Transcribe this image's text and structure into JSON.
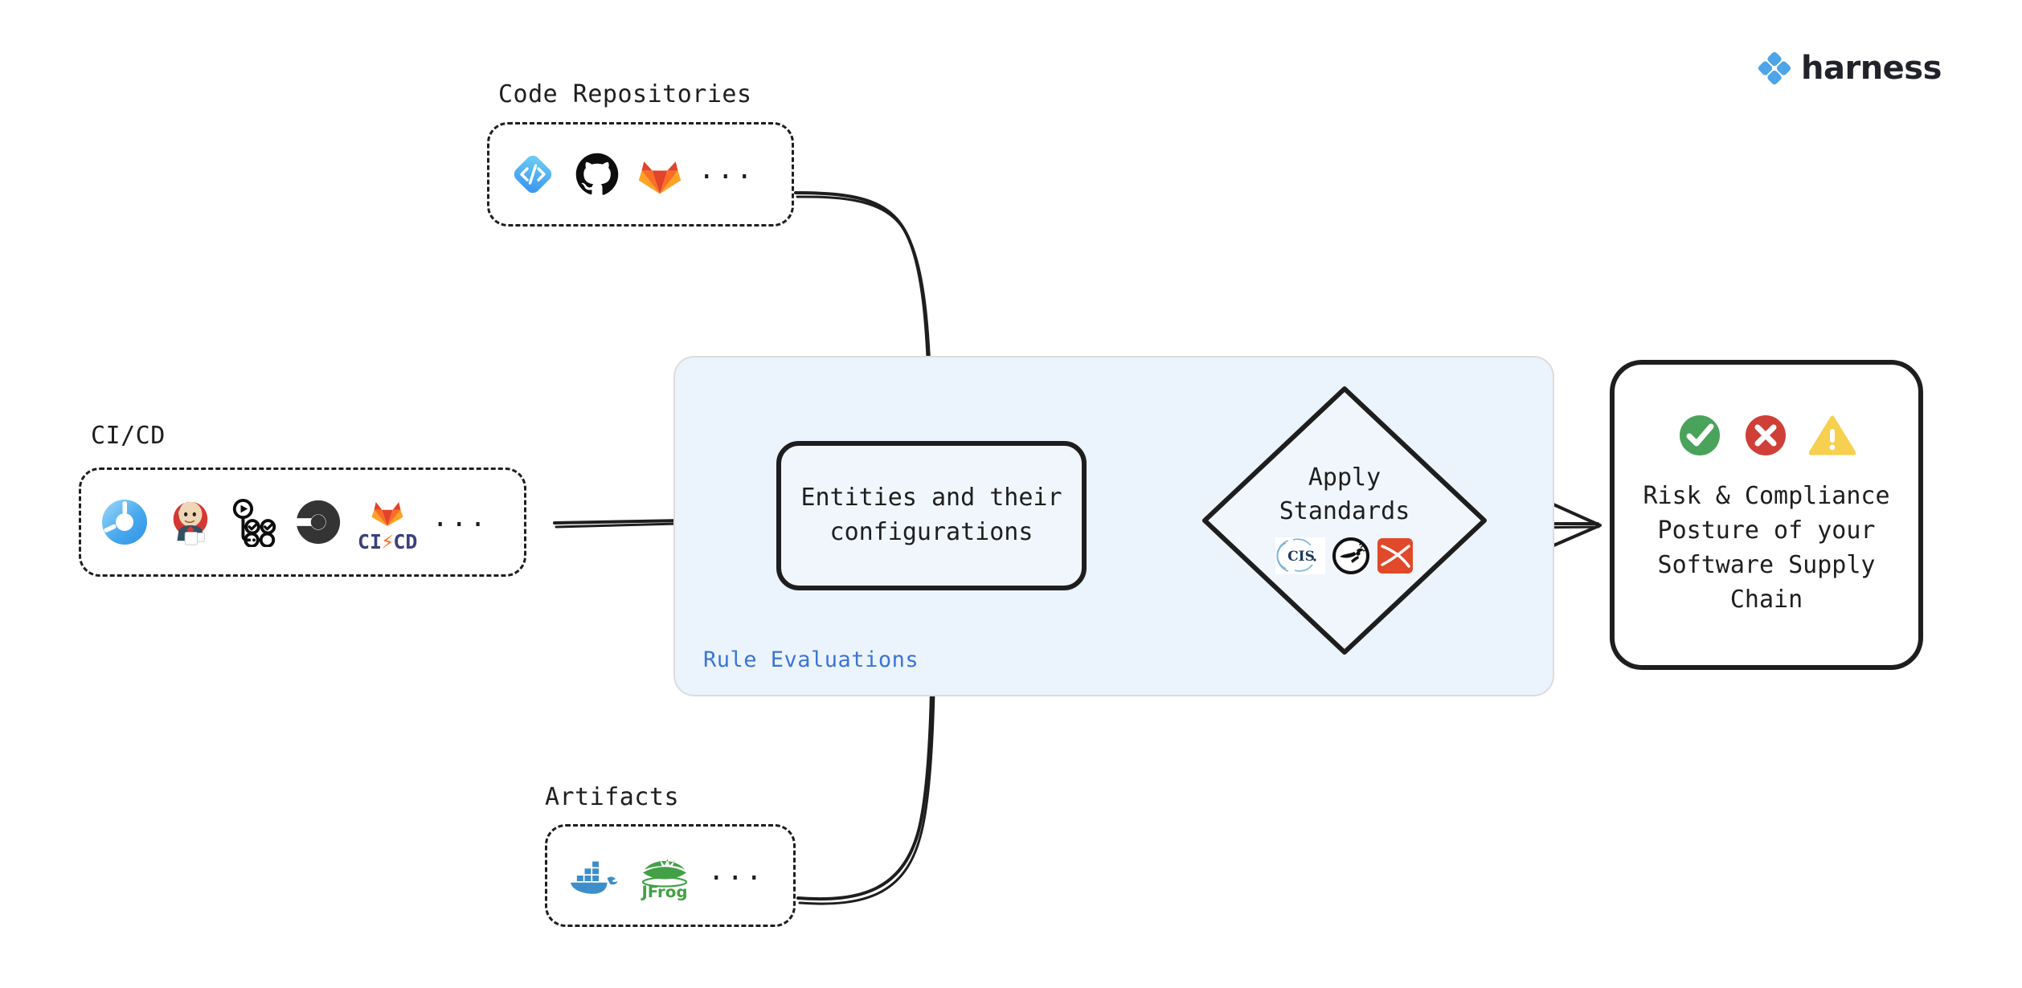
{
  "brand": {
    "name": "harness",
    "mark_icon": "harness-diamond-icon",
    "accent_color": "#4da5e8",
    "text_color": "#22222a"
  },
  "groups": [
    {
      "id": "code-repositories",
      "label": "Code Repositories",
      "ellipsis": "...",
      "icons": [
        {
          "name": "harness-code-icon",
          "title": "Harness Code"
        },
        {
          "name": "github-icon",
          "title": "GitHub"
        },
        {
          "name": "gitlab-icon",
          "title": "GitLab"
        }
      ]
    },
    {
      "id": "ci-cd",
      "label": "CI/CD",
      "ellipsis": "...",
      "icons": [
        {
          "name": "drone-ci-icon",
          "title": "Drone CI"
        },
        {
          "name": "jenkins-icon",
          "title": "Jenkins"
        },
        {
          "name": "github-actions-icon",
          "title": "GitHub Actions"
        },
        {
          "name": "circleci-icon",
          "title": "CircleCI"
        },
        {
          "name": "gitlab-cicd-icon",
          "title": "GitLab CI/CD",
          "wordmark": "CI/CD"
        }
      ]
    },
    {
      "id": "artifacts",
      "label": "Artifacts",
      "ellipsis": "...",
      "icons": [
        {
          "name": "docker-icon",
          "title": "Docker"
        },
        {
          "name": "jfrog-icon",
          "title": "JFrog"
        }
      ]
    }
  ],
  "rule_panel": {
    "label": "Rule Evaluations",
    "label_color": "#3b74d4",
    "background_color": "#ebf3fc",
    "border_color": "#dcdcdc"
  },
  "entities_node": {
    "text": "Entities and their\nconfigurations"
  },
  "standards_node": {
    "text": "Apply\nStandards",
    "shape": "diamond",
    "icons": [
      {
        "name": "cis-benchmarks-icon",
        "title": "CIS",
        "label": "CIS"
      },
      {
        "name": "openssf-scorecard-icon",
        "title": "OpenSSF"
      },
      {
        "name": "slsa-icon",
        "title": "SLSA"
      }
    ]
  },
  "outcome_node": {
    "text": "Risk & Compliance\nPosture of your\nSoftware Supply\nChain",
    "status_icons": [
      {
        "name": "check-circle-icon",
        "title": "Pass",
        "color": "#49a35b"
      },
      {
        "name": "error-circle-icon",
        "title": "Fail",
        "color": "#cf3f38"
      },
      {
        "name": "warning-triangle-icon",
        "title": "Warning",
        "color": "#f6d04e"
      }
    ]
  },
  "connectors": [
    {
      "name": "connector-code-repositories-to-entities",
      "from": "code-repositories",
      "to": "entities_node",
      "style": "curved-arrow"
    },
    {
      "name": "connector-cicd-to-entities",
      "from": "ci-cd",
      "to": "entities_node",
      "style": "straight-arrow"
    },
    {
      "name": "connector-artifacts-to-entities",
      "from": "artifacts",
      "to": "entities_node",
      "style": "curved-arrow"
    },
    {
      "name": "connector-entities-to-standards",
      "from": "entities_node",
      "to": "standards_node",
      "style": "straight-arrow"
    },
    {
      "name": "connector-standards-to-outcome",
      "from": "standards_node",
      "to": "outcome_node",
      "style": "straight-arrow"
    }
  ]
}
